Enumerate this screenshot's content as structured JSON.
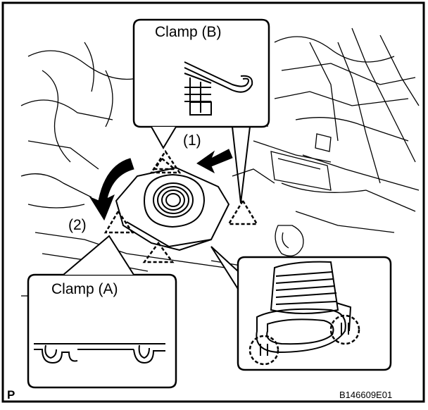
{
  "labels": {
    "clamp_b": "Clamp (B)",
    "clamp_a": "Clamp (A)",
    "step_1": "(1)",
    "step_2": "(2)",
    "corner_mark": "P",
    "figure_code": "B146609E01"
  },
  "colors": {
    "ink": "#000000",
    "paper": "#ffffff"
  },
  "icons": {
    "arrow_1": "curved-arrow-icon",
    "arrow_2": "straight-arrow-icon"
  }
}
